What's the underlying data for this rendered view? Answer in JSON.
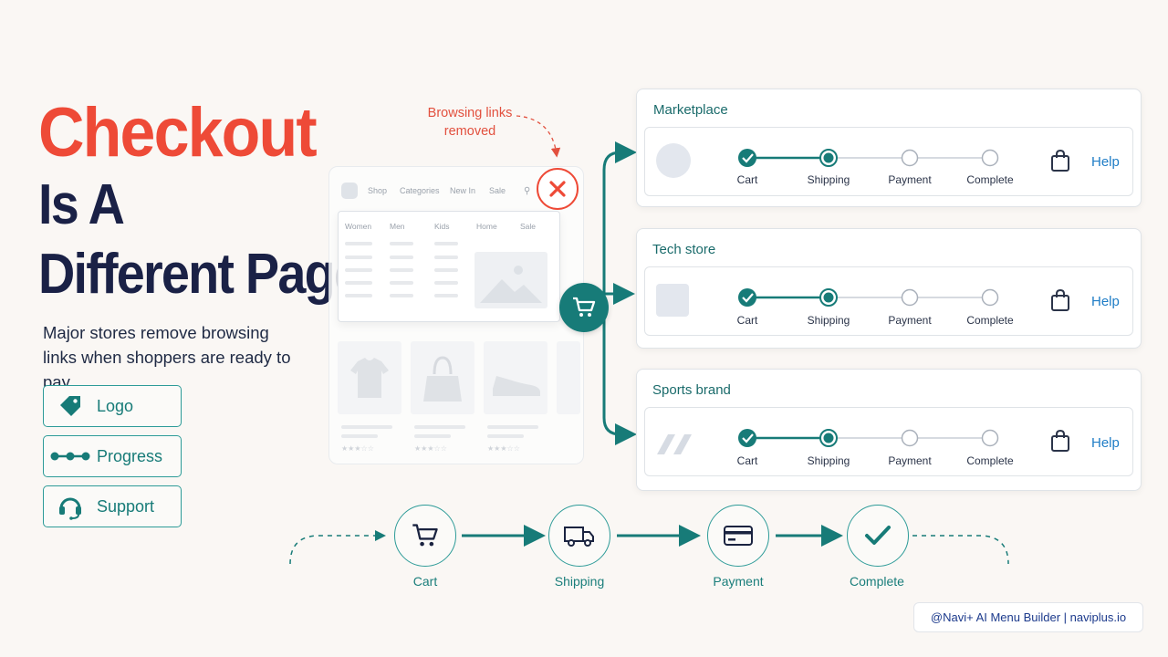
{
  "headline": {
    "line1": "Checkout",
    "line2": "Is A",
    "line3": "Different Page"
  },
  "subtitle": {
    "line1": "Major stores remove browsing",
    "line2": "links when shoppers are ready to pay."
  },
  "features": [
    {
      "label": "Logo",
      "icon": "tag-icon"
    },
    {
      "label": "Progress",
      "icon": "progress-dots-icon"
    },
    {
      "label": "Support",
      "icon": "headset-icon"
    }
  ],
  "wireframe": {
    "nav": [
      "Shop",
      "Categories",
      "New In",
      "Sale"
    ],
    "menu_cols": [
      "Women",
      "Men",
      "Kids",
      "Home",
      "Sale"
    ],
    "rating": "★★★☆☆"
  },
  "annotation": {
    "line1": "Browsing links",
    "line2": "removed"
  },
  "cards": [
    {
      "title": "Marketplace",
      "steps": [
        "Cart",
        "Shipping",
        "Payment",
        "Complete"
      ],
      "help": "Help"
    },
    {
      "title": "Tech store",
      "steps": [
        "Cart",
        "Shipping",
        "Payment",
        "Complete"
      ],
      "help": "Help"
    },
    {
      "title": "Sports brand",
      "steps": [
        "Cart",
        "Shipping",
        "Payment",
        "Complete"
      ],
      "help": "Help"
    }
  ],
  "flow": [
    "Cart",
    "Shipping",
    "Payment",
    "Complete"
  ],
  "footer": "@Navi+ AI Menu Builder | naviplus.io",
  "colors": {
    "accent": "#177b78",
    "red": "#ee4a37",
    "navy": "#1a2146",
    "link": "#1f7dc6"
  }
}
